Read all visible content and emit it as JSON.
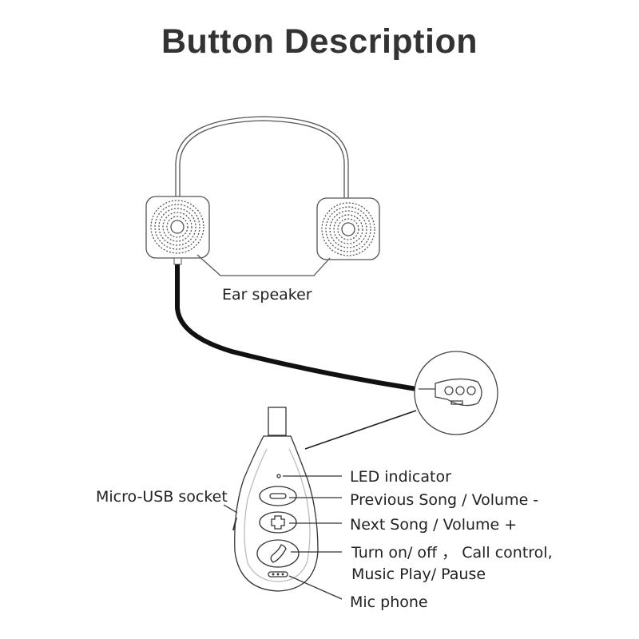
{
  "title": "Button Description",
  "labels": {
    "ear_speaker": "Ear speaker",
    "micro_usb": "Micro-USB socket",
    "led": "LED indicator",
    "prev": "Previous Song / Volume -",
    "next": "Next Song / Volume +",
    "power_line1": "Turn on/ off ， Call control,",
    "power_line2": "Music Play/ Pause",
    "mic": "Mic phone"
  }
}
